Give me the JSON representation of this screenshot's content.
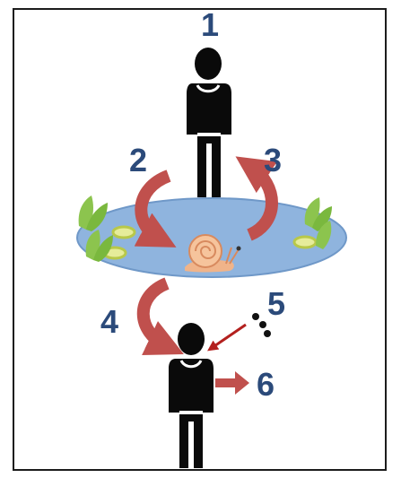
{
  "diagram": {
    "step_labels": [
      "1",
      "2",
      "3",
      "4",
      "5",
      "6"
    ]
  },
  "colors": {
    "border": "#1c1c1c",
    "person": "#0a0a0a",
    "pond_fill": "#8fb4de",
    "pond_edge": "#6f98c8",
    "arrow": "#c0504d",
    "label": "#2b4a7a",
    "leaf": "#7cc04a",
    "lily_pad": "#c8d86a",
    "snail": "#f0b48a",
    "particles": "#111111"
  },
  "icons": [
    "person-icon",
    "pond-icon",
    "snail-icon",
    "leaf-icon",
    "lily-pad-icon",
    "curved-arrow-icon",
    "straight-arrow-icon",
    "particles-icon"
  ]
}
